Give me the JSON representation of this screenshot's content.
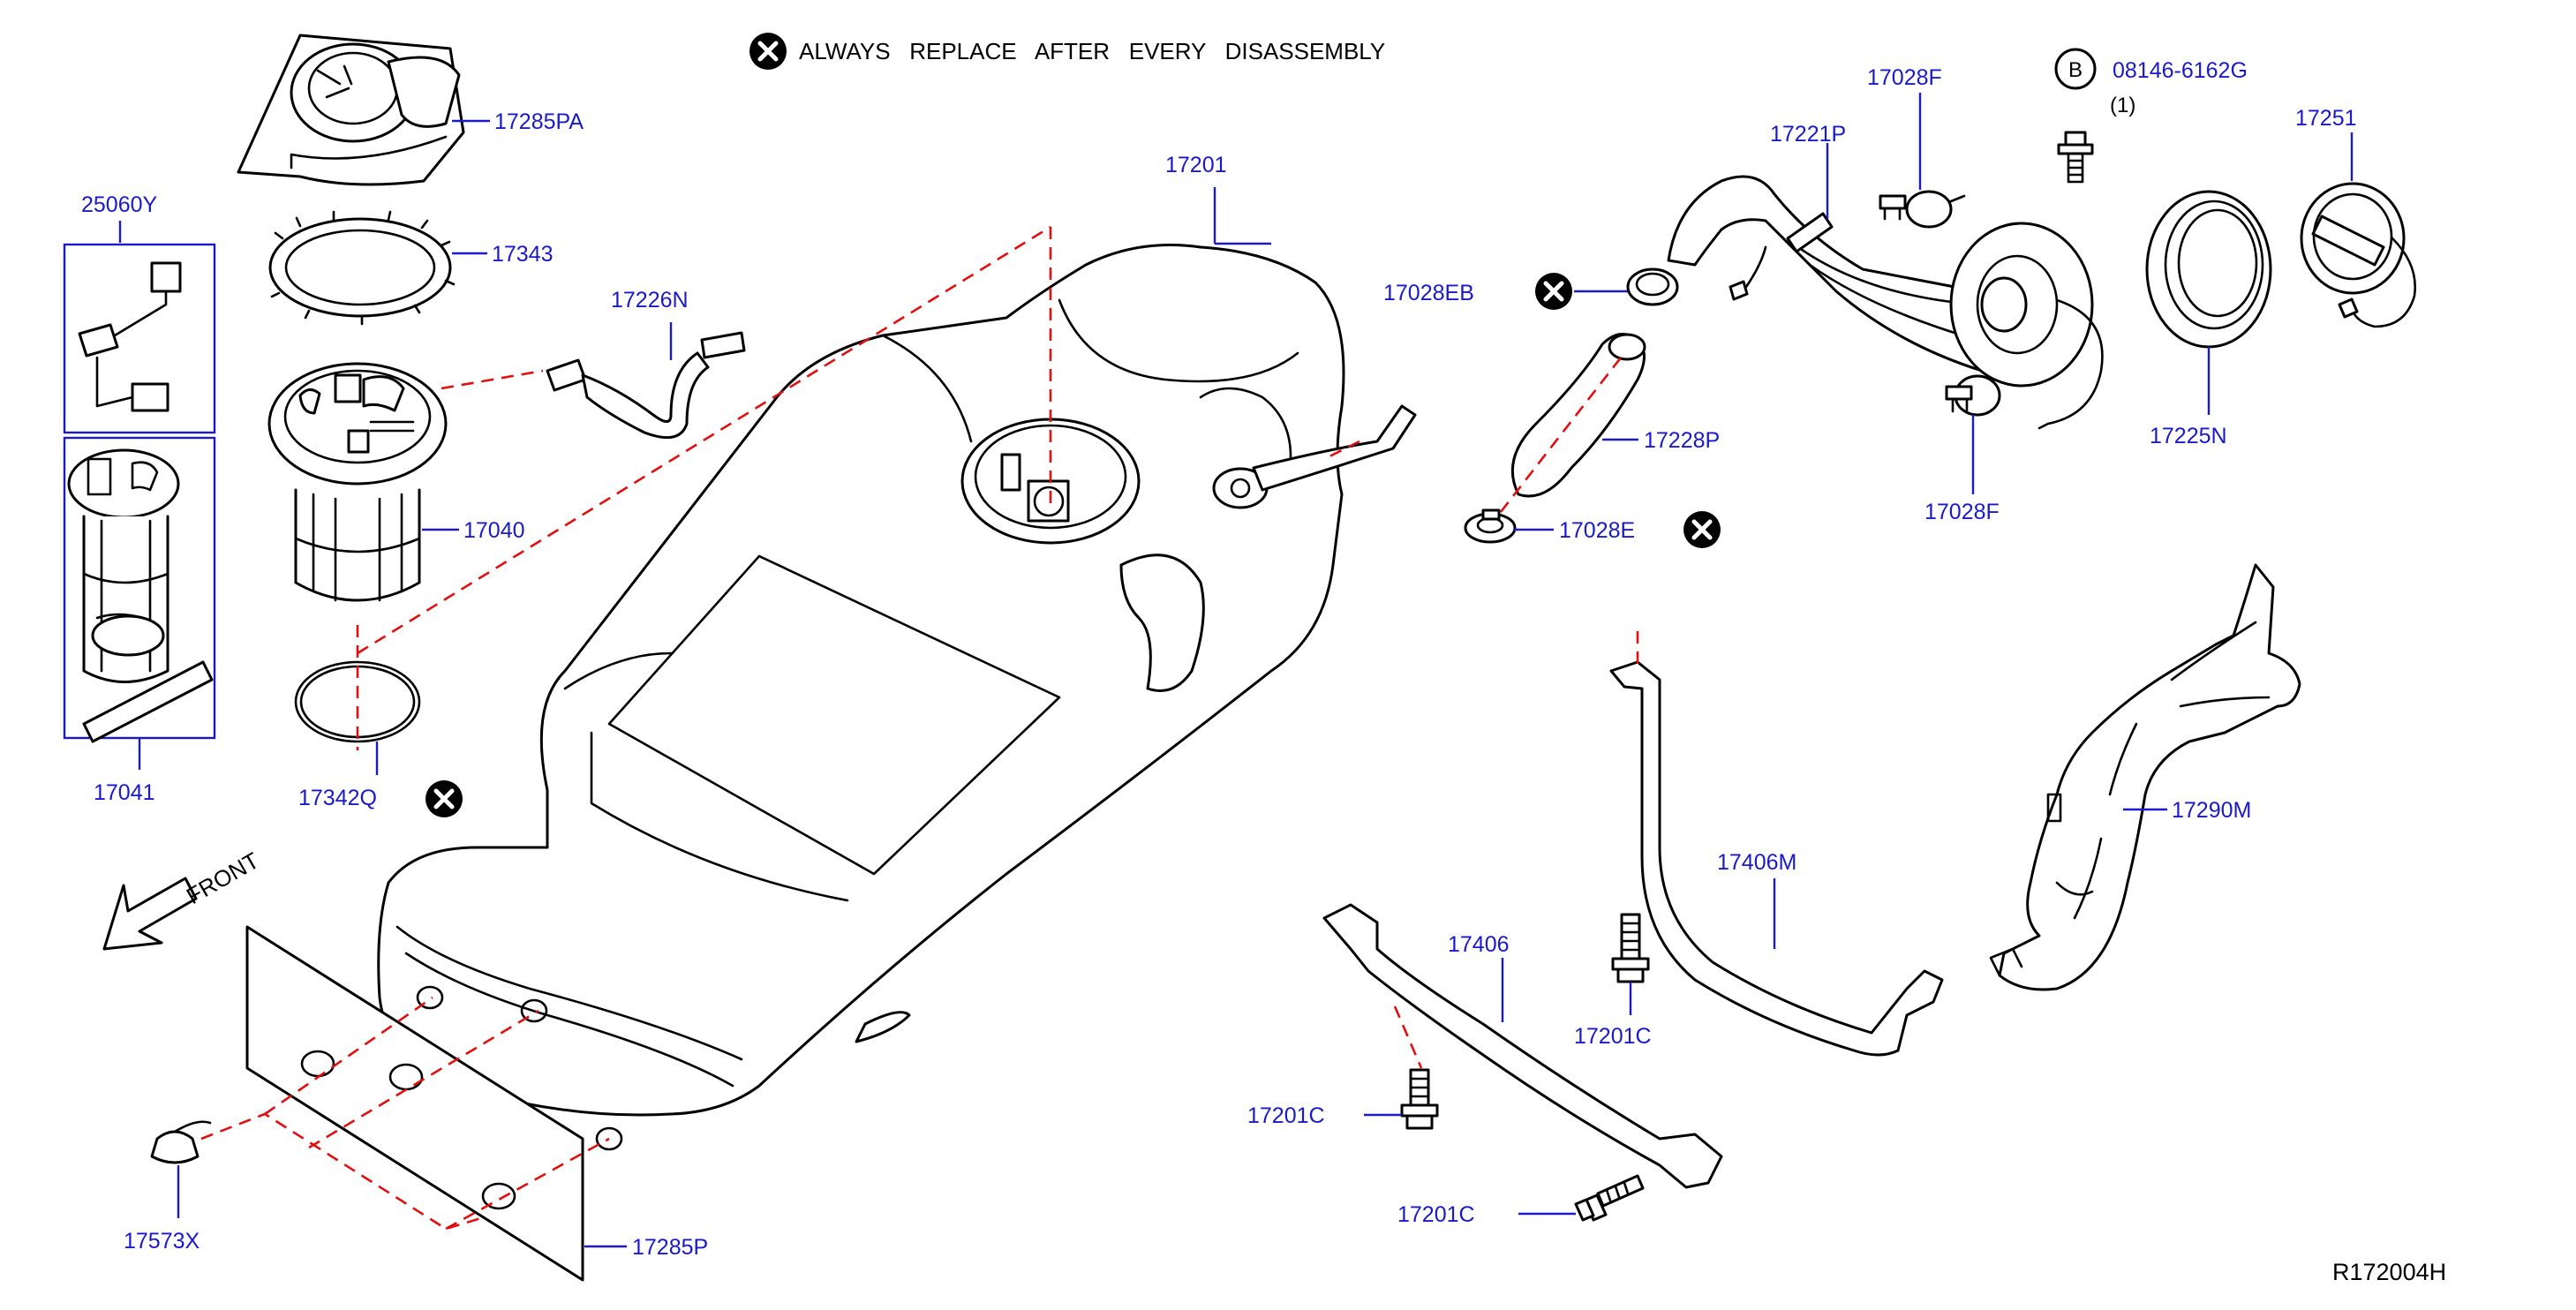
{
  "header_note": "ALWAYS   REPLACE   AFTER   EVERY   DISASSEMBLY",
  "bolt_spec": {
    "circle_letter": "B",
    "part": "08146-6162G",
    "qty": "(1)"
  },
  "labels": {
    "p17285PA": "17285PA",
    "p25060Y": "25060Y",
    "p17343": "17343",
    "p17226N": "17226N",
    "p17040": "17040",
    "p17041": "17041",
    "p17342Q": "17342Q",
    "p17201": "17201",
    "p17028EB": "17028EB",
    "p17221P": "17221P",
    "p17028F_top": "17028F",
    "p17028F_bot": "17028F",
    "p17228P": "17228P",
    "p17028E": "17028E",
    "p17251": "17251",
    "p17225N": "17225N",
    "p17290M": "17290M",
    "p17406M": "17406M",
    "p17406": "17406",
    "p17201C_a": "17201C",
    "p17201C_b": "17201C",
    "p17201C_c": "17201C",
    "p17573X": "17573X",
    "p17285P": "17285P"
  },
  "front_label": "FRONT",
  "ref_code": "R172004H",
  "colors": {
    "label": "#1a1ac8",
    "dashed_leader": "#e01010",
    "outline": "#000000"
  },
  "icons": [
    "replace-x-icon",
    "bolt-circle-b-icon",
    "front-arrow-icon"
  ]
}
